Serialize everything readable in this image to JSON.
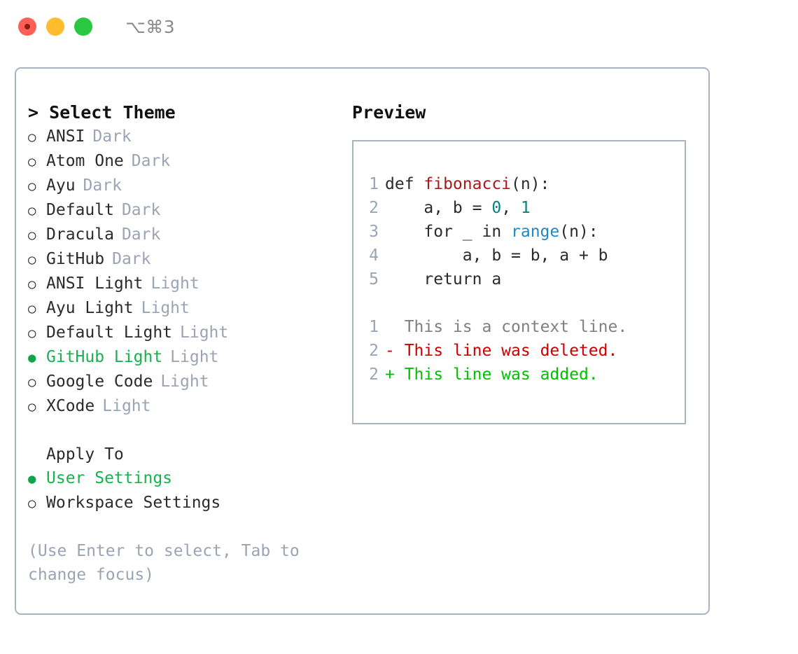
{
  "window": {
    "shortcut": "⌥⌘3",
    "traffic_lights": [
      {
        "name": "close-button",
        "color": "#ff5f57"
      },
      {
        "name": "minimize-button",
        "color": "#febc2e"
      },
      {
        "name": "maximize-button",
        "color": "#28c840"
      }
    ]
  },
  "theme_picker": {
    "title": "> Select Theme",
    "selected_marker": "●",
    "unselected_marker": "○",
    "items": [
      {
        "label": "ANSI",
        "tag": "Dark",
        "selected": false
      },
      {
        "label": "Atom One",
        "tag": "Dark",
        "selected": false
      },
      {
        "label": "Ayu",
        "tag": "Dark",
        "selected": false
      },
      {
        "label": "Default",
        "tag": "Dark",
        "selected": false
      },
      {
        "label": "Dracula",
        "tag": "Dark",
        "selected": false
      },
      {
        "label": "GitHub",
        "tag": "Dark",
        "selected": false
      },
      {
        "label": "ANSI Light",
        "tag": "Light",
        "selected": false
      },
      {
        "label": "Ayu Light",
        "tag": "Light",
        "selected": false
      },
      {
        "label": "Default Light",
        "tag": "Light",
        "selected": false
      },
      {
        "label": "GitHub Light",
        "tag": "Light",
        "selected": true
      },
      {
        "label": "Google Code",
        "tag": "Light",
        "selected": false
      },
      {
        "label": "XCode",
        "tag": "Light",
        "selected": false
      }
    ]
  },
  "apply_to": {
    "title": "Apply To",
    "items": [
      {
        "label": "User Settings",
        "selected": true
      },
      {
        "label": "Workspace Settings",
        "selected": false
      }
    ]
  },
  "hint": "(Use Enter to select, Tab to change focus)",
  "preview": {
    "title": "Preview",
    "code_lines": [
      {
        "num": "1",
        "parts": [
          {
            "t": "def ",
            "c": "plain"
          },
          {
            "t": "fibonacci",
            "c": "fn"
          },
          {
            "t": "(n):",
            "c": "plain"
          }
        ]
      },
      {
        "num": "2",
        "parts": [
          {
            "t": "    a, b = ",
            "c": "plain"
          },
          {
            "t": "0",
            "c": "num"
          },
          {
            "t": ", ",
            "c": "plain"
          },
          {
            "t": "1",
            "c": "num"
          }
        ]
      },
      {
        "num": "3",
        "parts": [
          {
            "t": "    for _ in ",
            "c": "plain"
          },
          {
            "t": "range",
            "c": "kw"
          },
          {
            "t": "(n):",
            "c": "plain"
          }
        ]
      },
      {
        "num": "4",
        "parts": [
          {
            "t": "        a, b = b, a + b",
            "c": "plain"
          }
        ]
      },
      {
        "num": "5",
        "parts": [
          {
            "t": "    return a",
            "c": "plain"
          }
        ]
      }
    ],
    "diff_lines": [
      {
        "num": "1",
        "sign": " ",
        "text": " This is a context line.",
        "kind": "ctx"
      },
      {
        "num": "2",
        "sign": "-",
        "text": " This line was deleted.",
        "kind": "del"
      },
      {
        "num": "2",
        "sign": "+",
        "text": " This line was added.",
        "kind": "add"
      }
    ]
  },
  "colors": {
    "accent_green": "#17b24e",
    "muted": "#9aa4b4",
    "border": "#aab3c0",
    "diff_deleted": "#cc0000",
    "diff_added": "#00c000",
    "code_function": "#a61b1b",
    "code_number": "#0b8080",
    "code_keyword": "#1e88c7"
  }
}
